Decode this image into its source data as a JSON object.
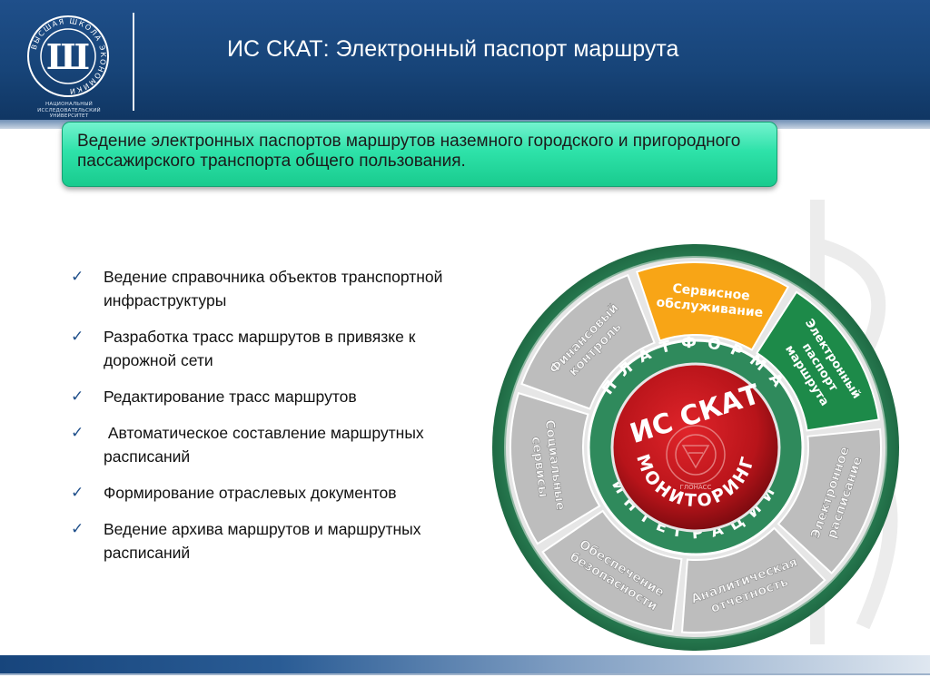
{
  "header": {
    "title": "ИС СКАТ: Электронный паспорт маршрута",
    "logo_text_line1": "НАЦИОНАЛЬНЫЙ ИССЛЕДОВАТЕЛЬСКИЙ",
    "logo_text_line2": "УНИВЕРСИТЕТ",
    "logo_ring_text": "ВЫСШАЯ ШКОЛА ЭКОНОМИКИ",
    "logo_letter": "Ш"
  },
  "banner": {
    "text": "Ведение электронных паспортов маршрутов наземного городского и пригородного пассажирского транспорта общего пользования."
  },
  "bullets": [
    "Ведение справочника объектов транспортной инфраструктуры",
    "Разработка трасс маршрутов в привязке к дорожной сети",
    "Редактирование трасс маршрутов",
    " Автоматическое составление маршрутных расписаний",
    "Формирование отраслевых документов",
    "Ведение архива маршрутов и маршрутных расписаний"
  ],
  "check_glyph": "✓",
  "wheel": {
    "center_title": "ИС СКАТ",
    "center_subtitle": "МОНИТОРИНГ",
    "emblem_text": "ГЛОНАСС",
    "ring_top": "ПЛАТФОРМА",
    "ring_bottom": "ИНТЕГРАЦИИ",
    "segments": [
      {
        "lines": [
          "Сервисное",
          "обслуживание"
        ],
        "fill": "#f8a516",
        "highlight": true
      },
      {
        "lines": [
          "Электронный",
          "паспорт",
          "маршрута"
        ],
        "fill": "#1d8a49",
        "highlight": true
      },
      {
        "lines": [
          "Электронное",
          "расписание"
        ],
        "fill": "#bdbdbd",
        "highlight": false
      },
      {
        "lines": [
          "Аналитическая",
          "отчетность"
        ],
        "fill": "#bdbdbd",
        "highlight": false
      },
      {
        "lines": [
          "Обеспечение",
          "безопасности"
        ],
        "fill": "#bdbdbd",
        "highlight": false
      },
      {
        "lines": [
          "Социальные",
          "сервисы"
        ],
        "fill": "#bdbdbd",
        "highlight": false
      },
      {
        "lines": [
          "Финансовый",
          "контроль"
        ],
        "fill": "#bdbdbd",
        "highlight": false
      }
    ]
  },
  "colors": {
    "header": "#174478",
    "banner": "#2ee2a9",
    "wheel_ring": "#2f8a5c",
    "center_red": "#c0161c",
    "segment_gray": "#bdbdbd",
    "segment_orange": "#f8a516",
    "segment_green": "#1d8a49"
  }
}
